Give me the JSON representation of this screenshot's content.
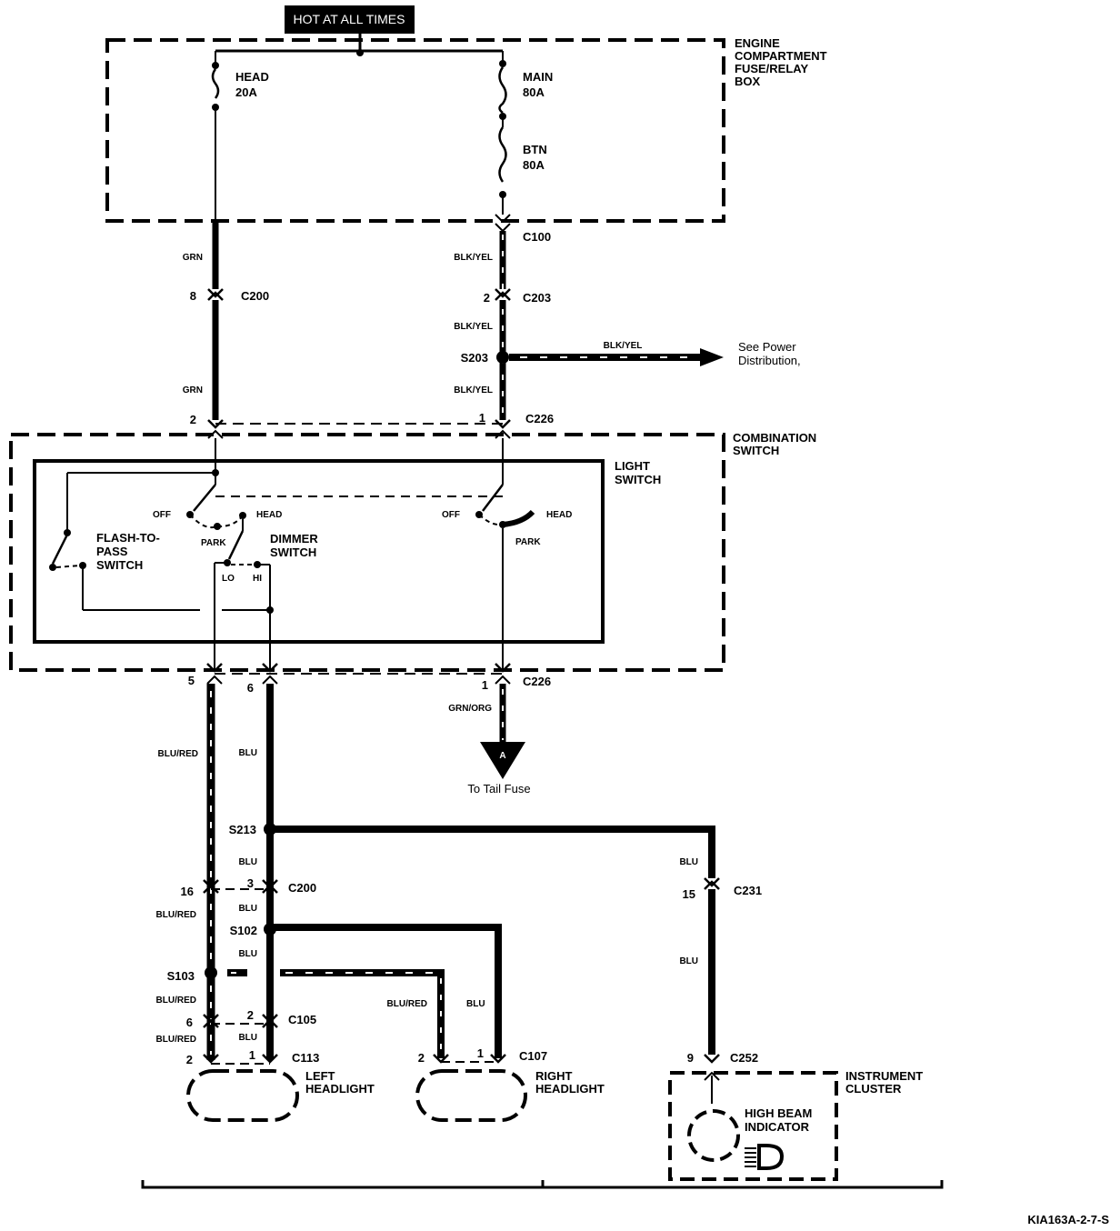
{
  "header": {
    "hot_at_all_times": "HOT AT ALL TIMES"
  },
  "fuse_box": {
    "title_lines": [
      "ENGINE",
      "COMPARTMENT",
      "FUSE/RELAY",
      "BOX"
    ],
    "fuses": [
      {
        "name": "HEAD",
        "rating": "20A"
      },
      {
        "name": "MAIN",
        "rating": "80A"
      },
      {
        "name": "BTN",
        "rating": "80A"
      }
    ]
  },
  "connectors": {
    "c100": "C100",
    "c200": "C200",
    "c203": "C203",
    "c226": "C226",
    "c231": "C231",
    "c105": "C105",
    "c113": "C113",
    "c107": "C107",
    "c252": "C252"
  },
  "splices": {
    "s203": "S203",
    "s213": "S213",
    "s102": "S102",
    "s103": "S103"
  },
  "wires": {
    "grn": "GRN",
    "blk_yel": "BLK/YEL",
    "grn_org": "GRN/ORG",
    "blu_red": "BLU/RED",
    "blu": "BLU"
  },
  "pins": {
    "p8": "8",
    "p2": "2",
    "p1": "1",
    "p5": "5",
    "p6": "6",
    "p16": "16",
    "p3": "3",
    "p15": "15",
    "p9": "9"
  },
  "power_distribution": [
    "See Power",
    "Distribution,"
  ],
  "combination_switch": {
    "title_lines": [
      "COMBINATION",
      "SWITCH"
    ],
    "light_switch_lines": [
      "LIGHT",
      "SWITCH"
    ],
    "flash_to_pass_lines": [
      "FLASH-TO-",
      "PASS",
      "SWITCH"
    ],
    "dimmer_lines": [
      "DIMMER",
      "SWITCH"
    ],
    "off": "OFF",
    "head": "HEAD",
    "park": "PARK",
    "lo": "LO",
    "hi": "HI"
  },
  "tail_fuse": {
    "marker": "A",
    "label": "To Tail Fuse"
  },
  "left_headlight_lines": [
    "LEFT",
    "HEADLIGHT"
  ],
  "right_headlight_lines": [
    "RIGHT",
    "HEADLIGHT"
  ],
  "instrument_cluster": {
    "title_lines": [
      "INSTRUMENT",
      "CLUSTER"
    ],
    "indicator_lines": [
      "HIGH BEAM",
      "INDICATOR"
    ]
  },
  "figure_code": "KIA163A-2-7-S"
}
